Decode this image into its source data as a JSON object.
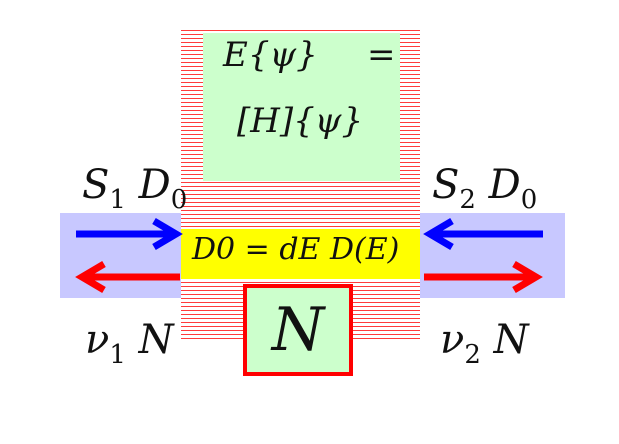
{
  "hamiltonian": {
    "lhs": "E{ψ}",
    "equals": "=",
    "rhs": "[H]{ψ}"
  },
  "dos_equation": "D0 = dE D(E)",
  "center_label": "N",
  "contact_1": {
    "incoming": {
      "symbol": "S",
      "sub": "1",
      "factor": "D",
      "factor_sub": "0"
    },
    "outgoing": {
      "symbol": "ν",
      "sub": "1",
      "factor": "N"
    }
  },
  "contact_2": {
    "incoming": {
      "symbol": "S",
      "sub": "2",
      "factor": "D",
      "factor_sub": "0"
    },
    "outgoing": {
      "symbol": "ν",
      "sub": "2",
      "factor": "N"
    }
  },
  "colors": {
    "inflow_arrow": "#0000ff",
    "outflow_arrow": "#ff0000",
    "lead_band": "#c8c8ff",
    "dos_strip": "#ffff00",
    "hamiltonian_box": "#ccffcc",
    "n_box_border": "#ff0000",
    "stripe": "#ff3b3b"
  },
  "icons": {
    "left_in": "arrow-right-icon",
    "left_out": "arrow-left-icon",
    "right_in": "arrow-left-icon",
    "right_out": "arrow-right-icon"
  }
}
